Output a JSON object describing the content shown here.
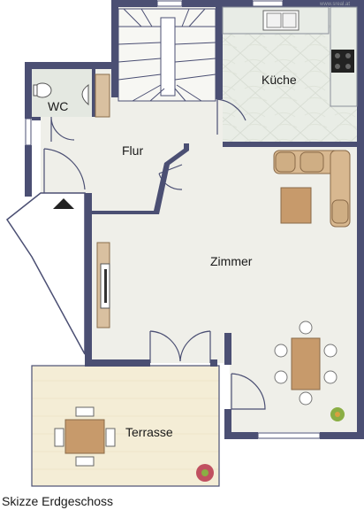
{
  "watermark": "www.sreal.at",
  "rooms": {
    "kueche": "Küche",
    "wc": "WC",
    "flur": "Flur",
    "zimmer": "Zimmer",
    "terrasse": "Terrasse"
  },
  "caption": "Skizze Erdgeschoss",
  "colors": {
    "wall": "#4b4f73",
    "floor": "#efefe9",
    "tile": "#e7ebe4",
    "terrace": "#f3ecd4",
    "furniture_wood": "#c79a6b",
    "sofa": "#d8b890"
  }
}
